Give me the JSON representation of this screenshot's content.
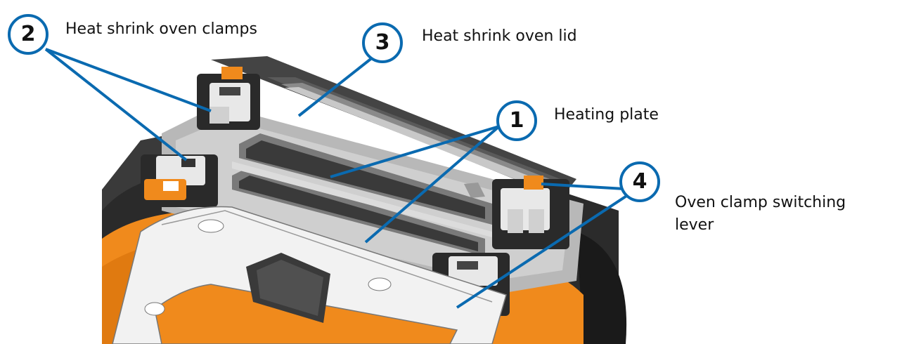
{
  "callouts": [
    {
      "number": "1",
      "label": "Heating plate"
    },
    {
      "number": "2",
      "label": "Heat shrink oven clamps"
    },
    {
      "number": "3",
      "label": "Heat shrink oven lid"
    },
    {
      "number": "4",
      "label": "Oven clamp switching",
      "label_line2": "lever"
    }
  ],
  "colors": {
    "callout_blue": "#0a6ab0",
    "orange": "#f08a1c",
    "dark_gray": "#2a2a2a"
  }
}
